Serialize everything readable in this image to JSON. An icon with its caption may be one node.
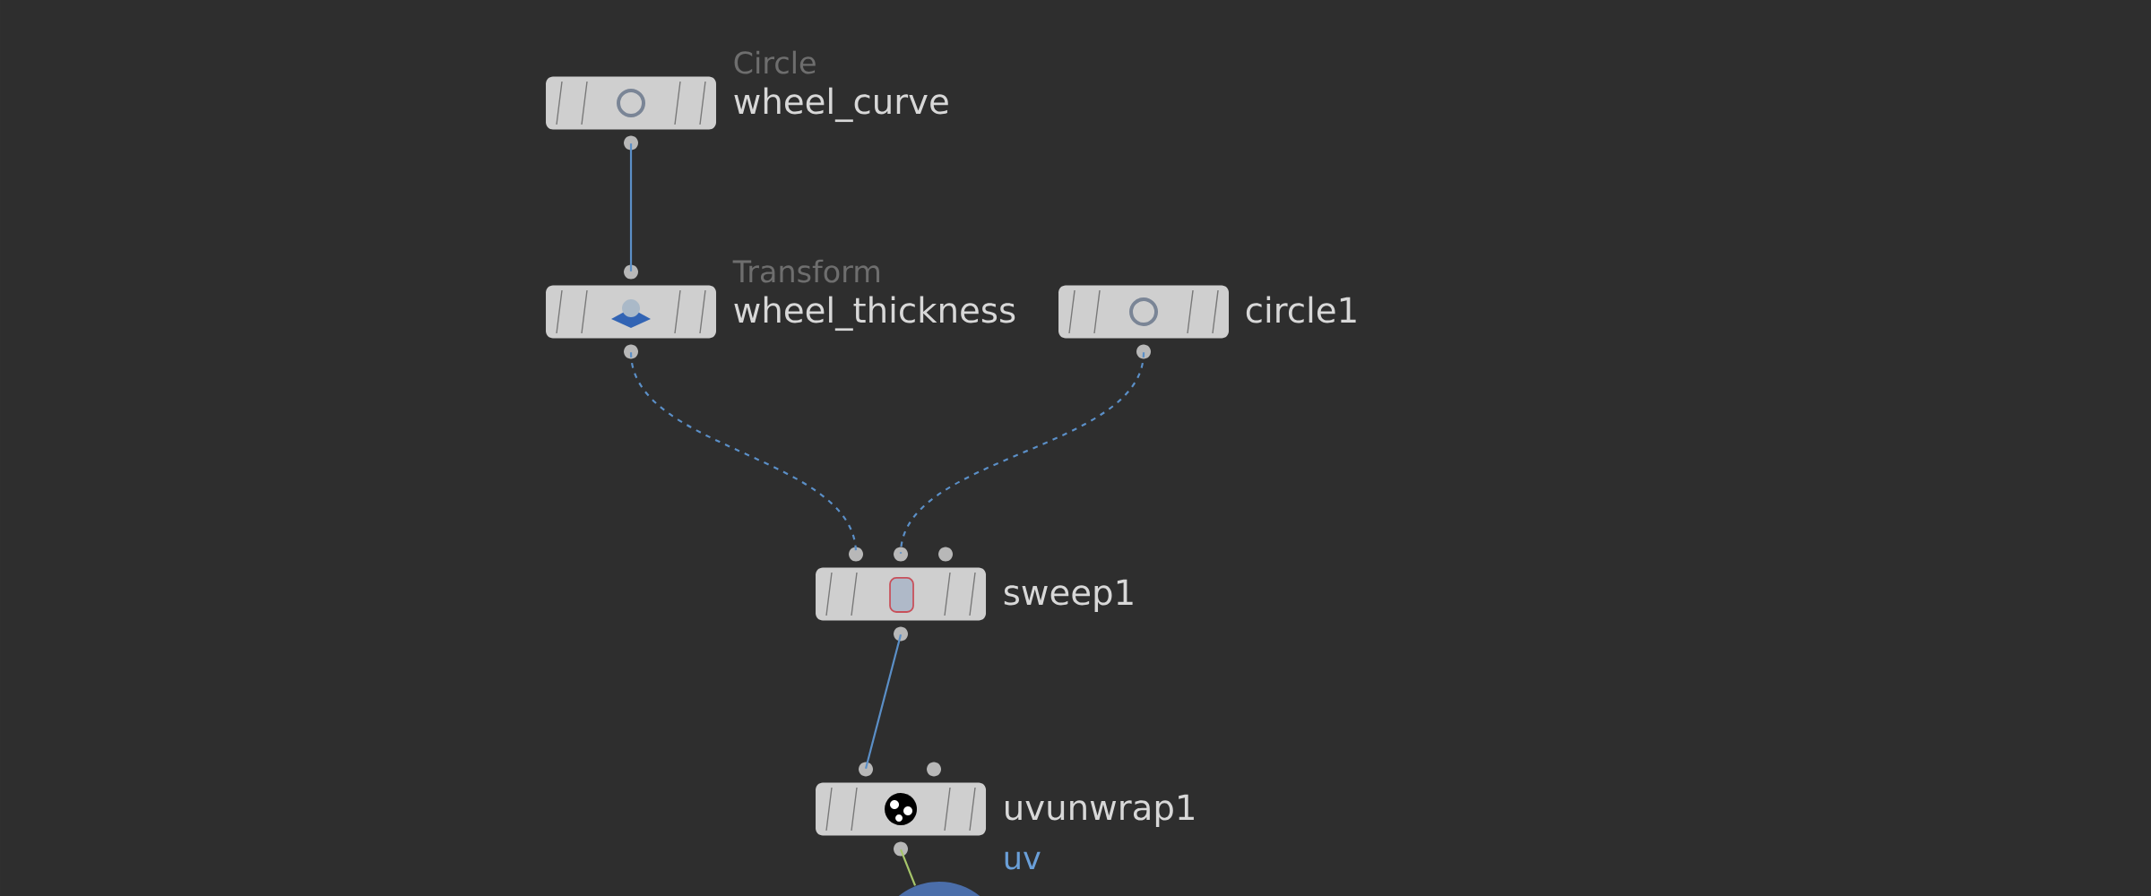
{
  "diagram": {
    "nodes": [
      {
        "text": [
          "Circle",
          "wheel_curve"
        ]
      },
      {
        "text": [
          "Transform",
          "wheel_thickness"
        ]
      },
      {
        "text": [
          "circle1"
        ]
      },
      {
        "text": [
          "sweep1"
        ]
      },
      {
        "text": [
          "uvunwrap1"
        ]
      },
      {
        "text": [],
        "shape": "circle"
      }
    ],
    "labels": [
      "uv"
    ],
    "edges": [
      {
        "from": 0,
        "to": 1,
        "arrow": "none"
      },
      {
        "from": 1,
        "to": 3,
        "arrow": "none",
        "style": "dashed"
      },
      {
        "from": 2,
        "to": 3,
        "arrow": "none",
        "style": "dashed"
      },
      {
        "from": 3,
        "to": 4,
        "arrow": "none"
      },
      {
        "from": 4,
        "to": 5,
        "arrow": "none",
        "color": "#a6c56a"
      }
    ]
  }
}
